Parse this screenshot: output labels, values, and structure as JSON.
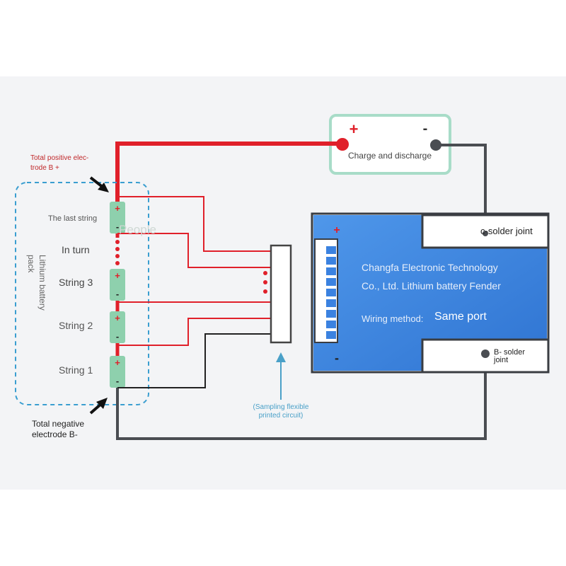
{
  "labels": {
    "total_positive": [
      "Total positive elec-",
      "trode B +"
    ],
    "total_negative": [
      "Total negative",
      "electrode B-"
    ],
    "pack": [
      "Lithium battery",
      "pack"
    ],
    "last_string": "The last string",
    "watermark": "People",
    "in_turn": "In turn",
    "string3": "String 3",
    "string2": "String 2",
    "string1": "String 1",
    "charge_discharge": "Charge and discharge",
    "plus": "+",
    "minus": "-",
    "sampling": [
      "(Sampling flexible",
      "printed circuit)"
    ],
    "c_solder": "c-solder joint",
    "b_solder": [
      "B- solder",
      "joint"
    ],
    "board_line1": "Changfa Electronic Technology",
    "board_line2": "Co., Ltd. Lithium battery Fender",
    "wiring_method": "Wiring method:",
    "same_port": "Same port"
  },
  "colors": {
    "red_wire": "#e0202a",
    "dark_wire": "#4a4d52",
    "board_blue": "#3b82e0",
    "cell_green": "#8ed0ad",
    "box_mint": "#a8dcc8",
    "pack_dash": "#3a9ed0",
    "sampling_arrow": "#4aa0c8",
    "label_red": "#c0282a"
  }
}
